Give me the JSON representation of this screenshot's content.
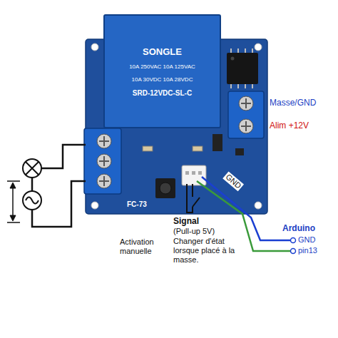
{
  "diagram": {
    "nodes": [
      {
        "text": [
          "FC-73"
        ]
      },
      {
        "text": [
          "SONGLE",
          "10A 250VAC 10A 125VAC",
          "10A 30VDC 10A 28VDC",
          "SRD-12VDC-SL-C"
        ],
        "in": 0
      }
    ],
    "labels": [
      "Masse/GND",
      "Alim +12V",
      "Signal",
      "(Pull-up 5V)",
      "Changer d'état lorsque placé à la masse.",
      "Activation manuelle",
      "GND",
      "Arduino",
      "GND",
      "pin13"
    ]
  }
}
